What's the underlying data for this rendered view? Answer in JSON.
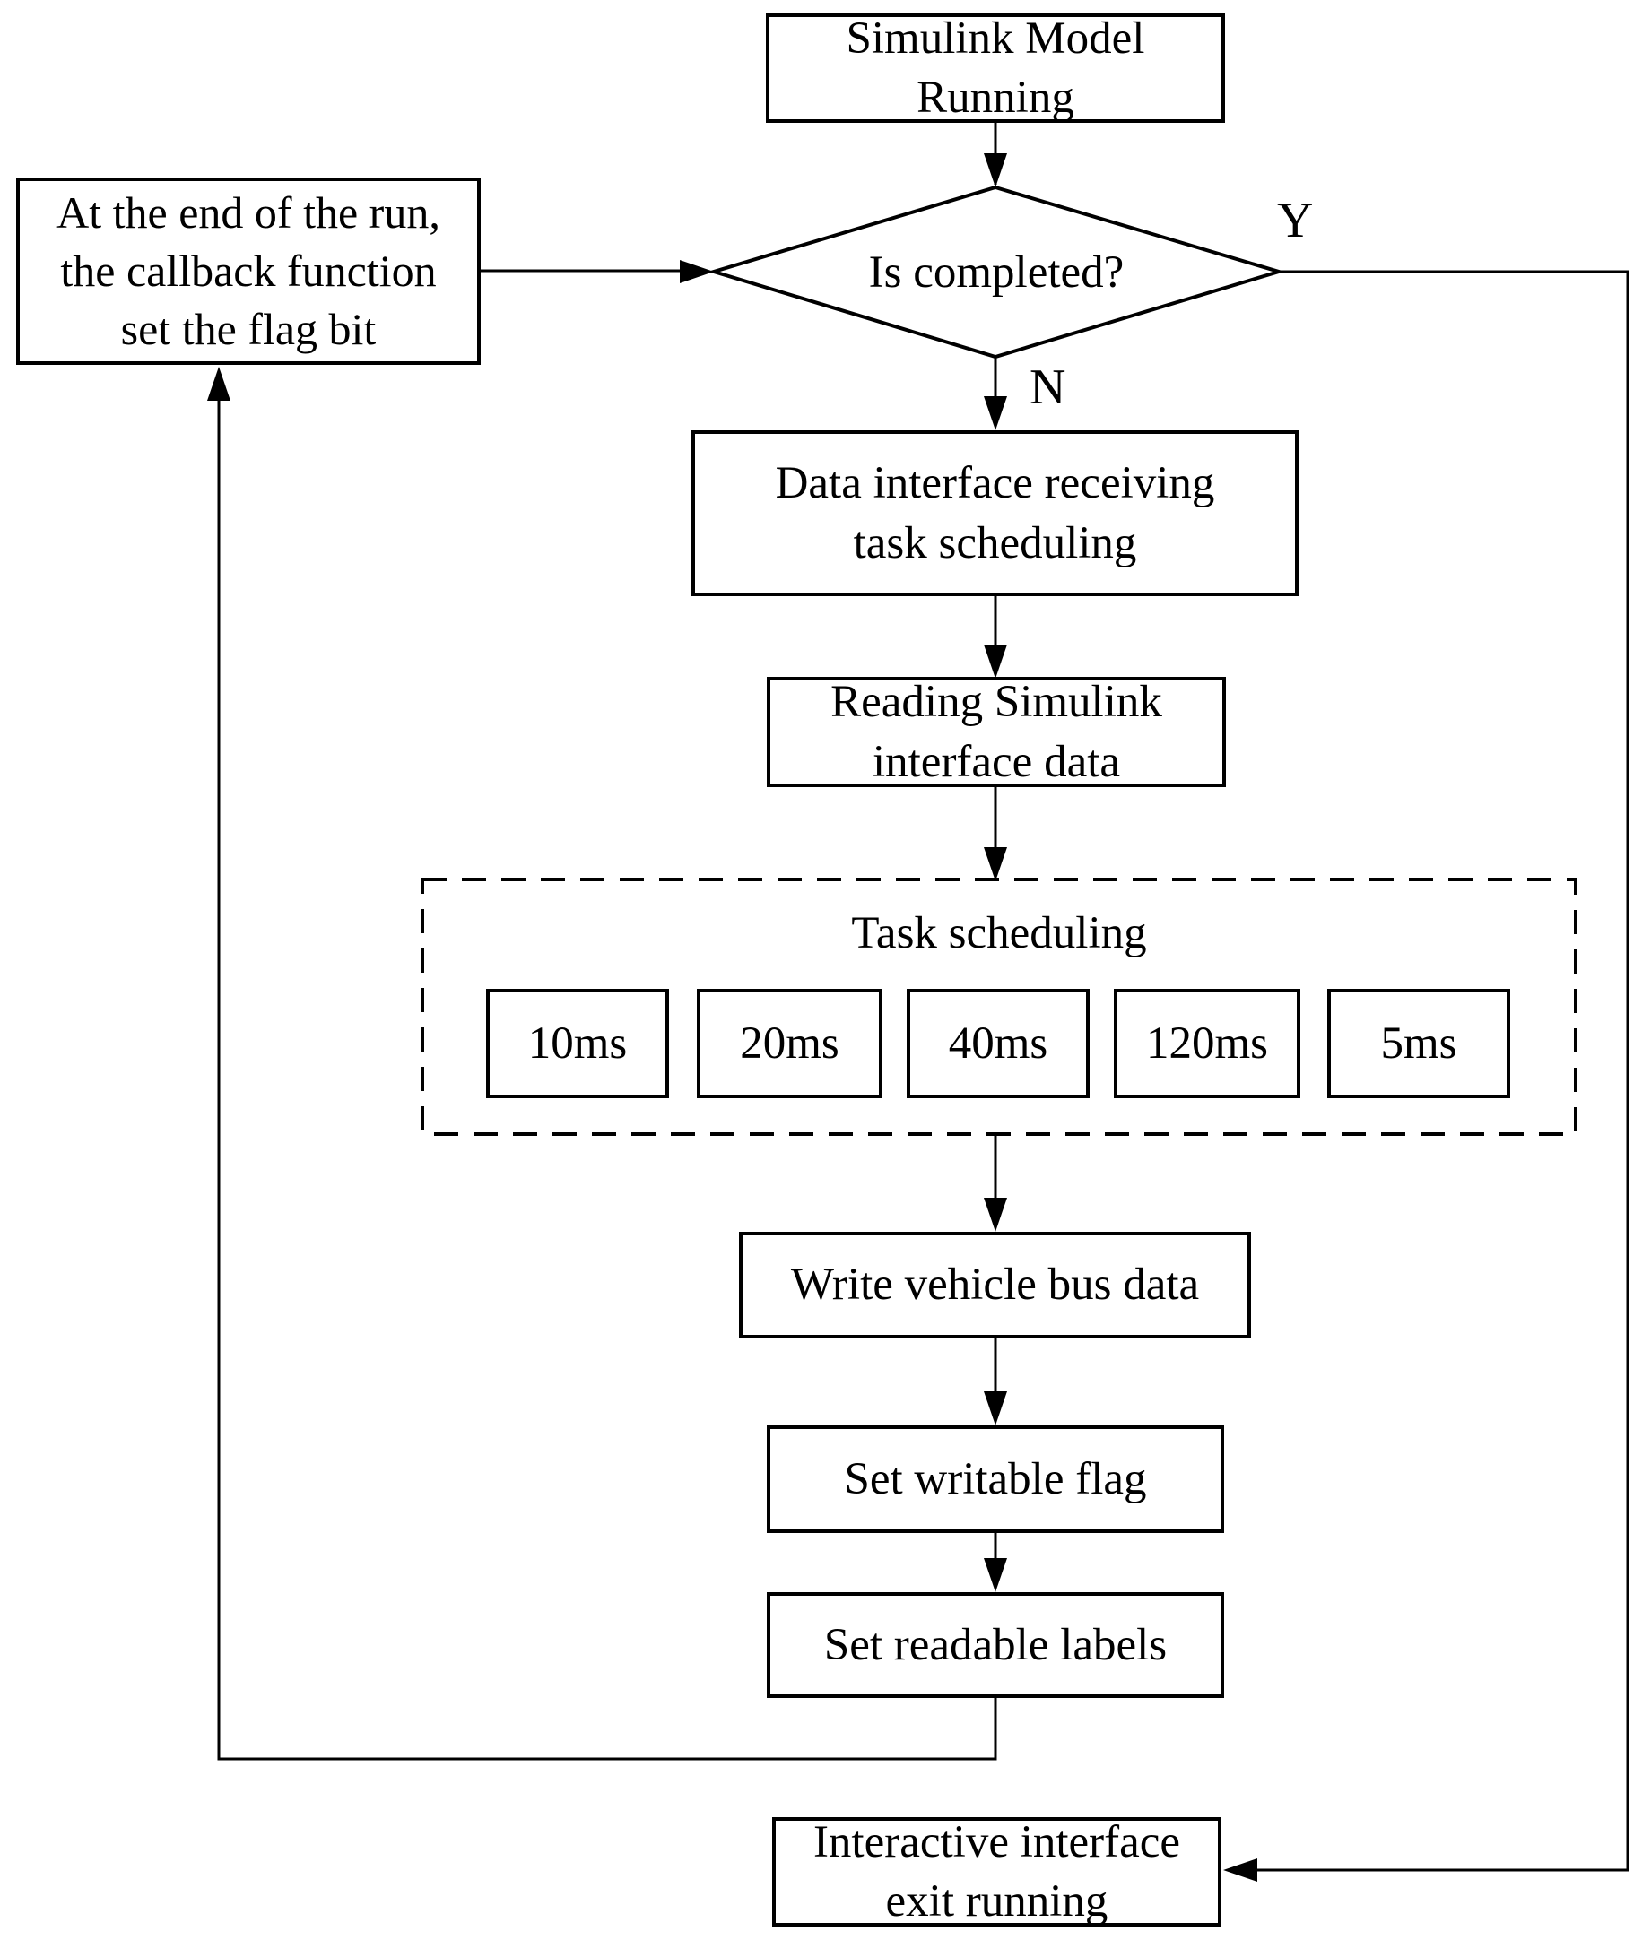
{
  "diagram": {
    "type": "flowchart",
    "colors": {
      "background": "#ffffff",
      "line": "#000000",
      "text": "#000000"
    },
    "nodes": {
      "simulink_running": {
        "lines": [
          "Simulink Model",
          "Running"
        ]
      },
      "callback_flag": {
        "lines": [
          "At the end of the run,",
          "the callback function",
          "set the flag bit"
        ]
      },
      "is_completed": {
        "lines": [
          "Is completed?"
        ]
      },
      "data_interface": {
        "lines": [
          "Data interface receiving",
          "task scheduling"
        ]
      },
      "reading_simulink": {
        "lines": [
          "Reading Simulink",
          "interface data"
        ]
      },
      "task_group": {
        "title": "Task scheduling",
        "tasks": [
          "10ms",
          "20ms",
          "40ms",
          "120ms",
          "5ms"
        ]
      },
      "write_vehicle": {
        "lines": [
          "Write vehicle bus data"
        ]
      },
      "set_writable": {
        "lines": [
          "Set writable flag"
        ]
      },
      "set_readable": {
        "lines": [
          "Set readable labels"
        ]
      },
      "interactive_exit": {
        "lines": [
          "Interactive interface",
          "exit running"
        ]
      }
    },
    "edge_labels": {
      "yes": "Y",
      "no": "N"
    }
  }
}
